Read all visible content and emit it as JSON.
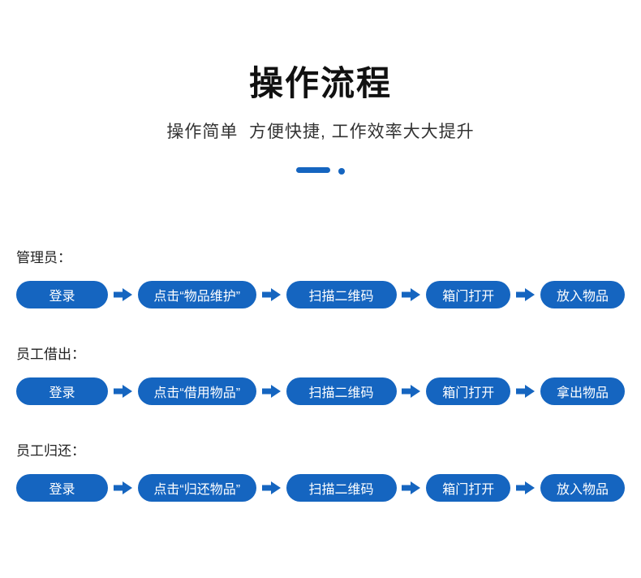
{
  "header": {
    "title": "操作流程",
    "subtitle": "操作简单  方便快捷, 工作效率大大提升"
  },
  "colors": {
    "accent": "#1565c0",
    "title_text": "#111111",
    "subtitle_text": "#333333",
    "pill_text": "#ffffff",
    "background": "#ffffff"
  },
  "flows": [
    {
      "label": "管理员：",
      "steps": [
        "登录",
        "点击“物品维护”",
        "扫描二维码",
        "箱门打开",
        "放入物品"
      ]
    },
    {
      "label": "员工借出：",
      "steps": [
        "登录",
        "点击“借用物品”",
        "扫描二维码",
        "箱门打开",
        "拿出物品"
      ]
    },
    {
      "label": "员工归还：",
      "steps": [
        "登录",
        "点击“归还物品”",
        "扫描二维码",
        "箱门打开",
        "放入物品"
      ]
    }
  ]
}
